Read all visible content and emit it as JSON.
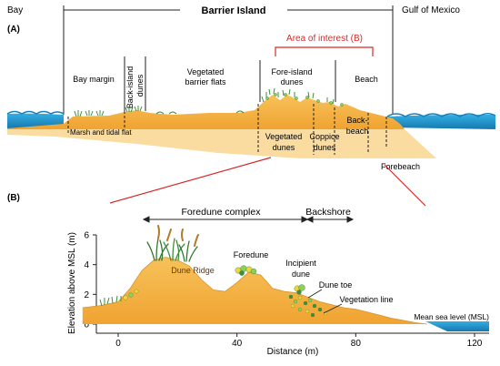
{
  "colors": {
    "sand": "#f5b13c",
    "sand_light": "#f7c25a",
    "water": "#2aa0d8",
    "water_dark": "#1b7fb8",
    "grass": "#3f8f3a",
    "grass_light": "#8ccf5a",
    "red": "#d62a2a",
    "text": "#1a1a1a"
  },
  "panel_a": {
    "panel_label": "(A)",
    "top_bay": "Bay",
    "top_barrier": "Barrier Island",
    "top_gulf": "Gulf of Mexico",
    "area_of_interest": "Area of interest (B)",
    "zone_bay_margin": "Bay margin",
    "zone_back_island_1": "Back-island",
    "zone_back_island_2": "dunes",
    "zone_vegetated_1": "Vegetated",
    "zone_vegetated_2": "barrier flats",
    "zone_fore_1": "Fore-island",
    "zone_fore_2": "dunes",
    "zone_beach": "Beach",
    "marsh": "Marsh and tidal flat",
    "vegetated_dunes_1": "Vegetated",
    "vegetated_dunes_2": "dunes",
    "coppice_1": "Coppice",
    "coppice_2": "dunes",
    "backbeach_1": "Back-",
    "backbeach_2": "beach",
    "forebeach": "Forebeach"
  },
  "panel_b": {
    "panel_label": "(B)",
    "foredune_complex": "Foredune complex",
    "backshore": "Backshore",
    "dune_ridge": "Dune Ridge",
    "foredune": "Foredune",
    "incipient_1": "Incipient",
    "incipient_2": "dune",
    "dune_toe": "Dune toe",
    "vegetation_line": "Vegetation line",
    "msl": "Mean sea level (MSL)",
    "ylabel": "Elevation above MSL (m)",
    "xlabel": "Distance (m)",
    "x_ticks": [
      "0",
      "40",
      "80",
      "120"
    ],
    "y_ticks": [
      "0",
      "2",
      "4",
      "6"
    ]
  },
  "chart_data": {
    "type": "area",
    "xlabel": "Distance (m)",
    "ylabel": "Elevation above MSL (m)",
    "xlim": [
      -12,
      120
    ],
    "ylim": [
      0,
      6
    ],
    "x_ticks": [
      0,
      40,
      80,
      120
    ],
    "y_ticks": [
      0,
      2,
      4,
      6
    ],
    "grid": false,
    "series": [
      {
        "x": [
          -12,
          -6,
          0,
          4,
          8,
          12,
          16,
          20,
          24,
          28,
          32,
          36,
          40,
          44,
          48,
          52,
          56,
          60,
          64,
          68,
          72,
          76,
          80,
          84,
          88,
          92,
          96,
          100,
          104
        ],
        "y": [
          1.1,
          1.25,
          1.5,
          2.4,
          3.6,
          4.3,
          4.5,
          4.3,
          3.9,
          3.0,
          2.3,
          2.2,
          2.8,
          3.5,
          3.3,
          2.4,
          2.2,
          2.1,
          1.8,
          1.5,
          1.3,
          1.1,
          1.0,
          0.8,
          0.6,
          0.4,
          0.25,
          0.1,
          0.0
        ]
      }
    ]
  }
}
